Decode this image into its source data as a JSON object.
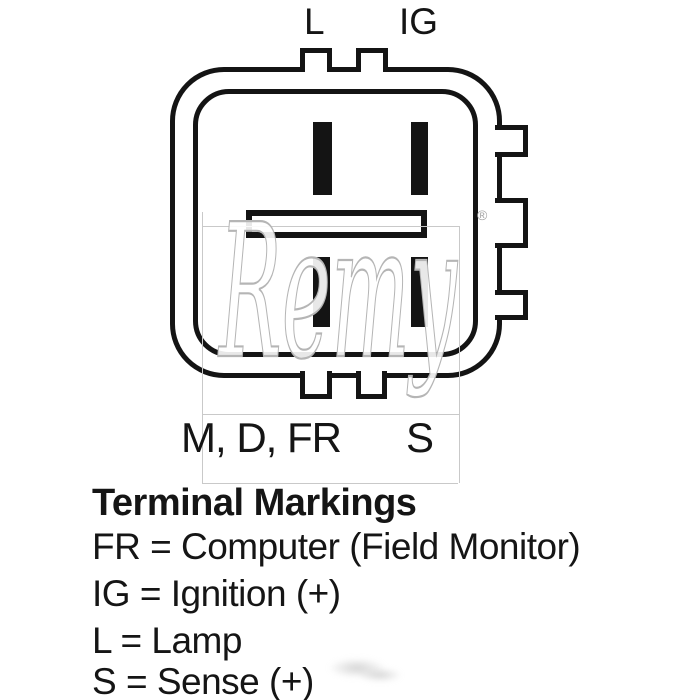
{
  "figure": {
    "top_labels": [
      "L",
      "IG"
    ],
    "bottom_labels": [
      "M, D, FR",
      "S"
    ],
    "watermark": {
      "brand": "Remy",
      "registered_mark": "®"
    }
  },
  "legend": {
    "title": "Terminal Markings",
    "entries": [
      "FR = Computer (Field Monitor)",
      "IG = Ignition (+)",
      "L = Lamp",
      "S = Sense (+)"
    ]
  },
  "colors": {
    "line": "#141414",
    "watermark_gray": "#c9c9c9",
    "text": "#151515"
  }
}
